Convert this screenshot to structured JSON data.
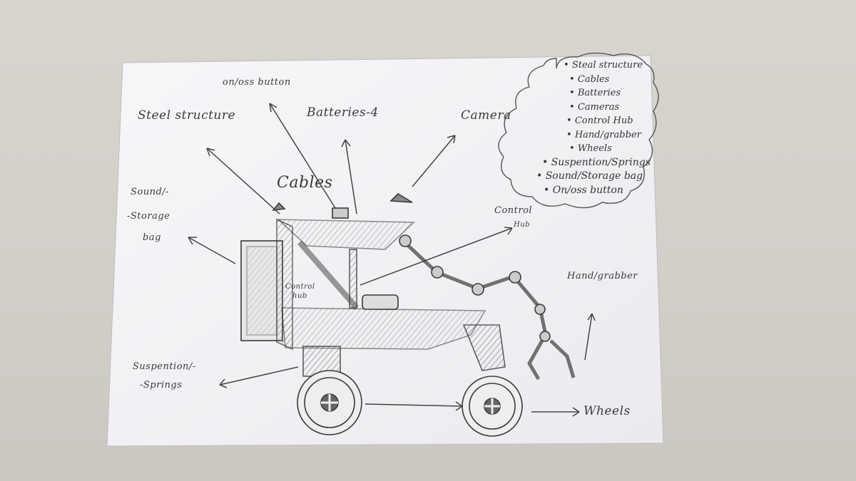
{
  "labels": {
    "on_off_button": "on/oss button",
    "steel_structure": "Steel structure",
    "batteries": "Batteries-4",
    "camera": "Camera",
    "cables": "Cables",
    "sound_storage_1": "Sound/-",
    "sound_storage_2": "-Storage",
    "sound_storage_3": "bag",
    "control_hub_1": "Control",
    "control_hub_2": "Hub",
    "control_hub_inner_1": "Control",
    "control_hub_inner_2": "hub",
    "hand_grabber": "Hand/grabber",
    "suspension_1": "Suspention/-",
    "suspension_2": "-Springs",
    "wheels": "Wheels"
  },
  "parts_list": [
    "Steal structure",
    "Cables",
    "Batteries",
    "Cameras",
    "Control Hub",
    "Hand/grabber",
    "Wheels",
    "Suspention/Springs",
    "Sound/Storage bag",
    "On/oss button"
  ],
  "colors": {
    "paper": "#f4f3f6",
    "pencil": "#3c3c3c",
    "table": "#d3d0ca"
  }
}
